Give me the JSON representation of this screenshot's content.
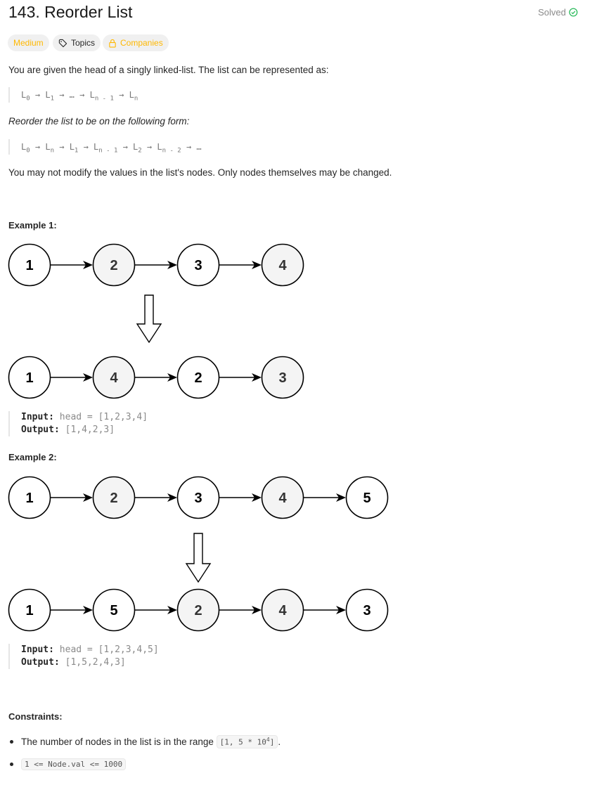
{
  "header": {
    "title": "143. Reorder List",
    "status": "Solved"
  },
  "tags": {
    "difficulty": "Medium",
    "topics": "Topics",
    "companies": "Companies"
  },
  "colors": {
    "medium": "#ffb800",
    "solved": "#2cbb5d",
    "node_gray": "#f4f4f4"
  },
  "description": {
    "intro": "You are given the head of a singly linked-list. The list can be represented as:",
    "form1": [
      "L",
      "0",
      " → ",
      "L",
      "1",
      " → … → ",
      "L",
      "n - 1",
      " → ",
      "L",
      "n"
    ],
    "reorder": "Reorder the list to be on the following form:",
    "form2": [
      "L",
      "0",
      " → ",
      "L",
      "n",
      " → ",
      "L",
      "1",
      " → ",
      "L",
      "n - 1",
      " → ",
      "L",
      "2",
      " → ",
      "L",
      "n - 2",
      " → …"
    ],
    "note": "You may not modify the values in the list's nodes. Only nodes themselves may be changed."
  },
  "examples": [
    {
      "title": "Example 1:",
      "input_label": "Input:",
      "input": "head = [1,2,3,4]",
      "output_label": "Output:",
      "output": "[1,4,2,3]",
      "before": [
        {
          "v": "1",
          "gray": false
        },
        {
          "v": "2",
          "gray": true
        },
        {
          "v": "3",
          "gray": false
        },
        {
          "v": "4",
          "gray": true
        }
      ],
      "after": [
        {
          "v": "1",
          "gray": false
        },
        {
          "v": "4",
          "gray": true
        },
        {
          "v": "2",
          "gray": false
        },
        {
          "v": "3",
          "gray": true
        }
      ]
    },
    {
      "title": "Example 2:",
      "input_label": "Input:",
      "input": "head = [1,2,3,4,5]",
      "output_label": "Output:",
      "output": "[1,5,2,4,3]",
      "before": [
        {
          "v": "1",
          "gray": false
        },
        {
          "v": "2",
          "gray": true
        },
        {
          "v": "3",
          "gray": false
        },
        {
          "v": "4",
          "gray": true
        },
        {
          "v": "5",
          "gray": false
        }
      ],
      "after": [
        {
          "v": "1",
          "gray": false
        },
        {
          "v": "5",
          "gray": false
        },
        {
          "v": "2",
          "gray": true
        },
        {
          "v": "4",
          "gray": true
        },
        {
          "v": "3",
          "gray": false
        }
      ]
    }
  ],
  "constraints": {
    "title": "Constraints:",
    "c1_text": "The number of nodes in the list is in the range ",
    "c1_code": "[1, 5 * 10",
    "c1_sup": "4",
    "c1_end": "]",
    "c1_period": ".",
    "c2_code": "1 <= Node.val <= 1000"
  }
}
